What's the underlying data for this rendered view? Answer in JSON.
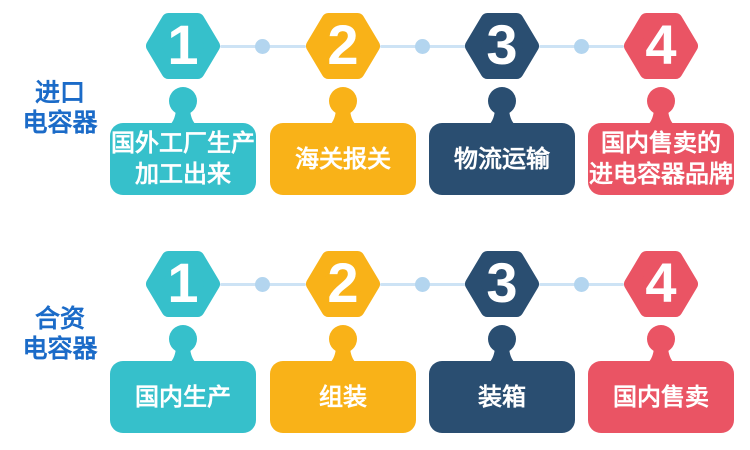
{
  "colors": {
    "background": "#FFFFFF",
    "label_text": "#1B6BC8",
    "connector_line": "#CDE3F5",
    "connector_dot": "#B3D5EF",
    "step_number_text": "#FFFFFF",
    "box_text": "#FFFFFF"
  },
  "rows": [
    {
      "label_lines": [
        "进口",
        "电容器"
      ],
      "steps": [
        {
          "number": "1",
          "color": "#36C0CB",
          "line1": "国外工厂生产",
          "line2": "加工出来"
        },
        {
          "number": "2",
          "color": "#F9B218",
          "line1": "海关报关"
        },
        {
          "number": "3",
          "color": "#2A4E71",
          "line1": "物流运输"
        },
        {
          "number": "4",
          "color": "#EA5464",
          "line1": "国内售卖的",
          "line2": "进电容器品牌"
        }
      ]
    },
    {
      "label_lines": [
        "合资",
        "电容器"
      ],
      "steps": [
        {
          "number": "1",
          "color": "#36C0CB",
          "line1": "国内生产"
        },
        {
          "number": "2",
          "color": "#F9B218",
          "line1": "组装"
        },
        {
          "number": "3",
          "color": "#2A4E71",
          "line1": "装箱"
        },
        {
          "number": "4",
          "color": "#EA5464",
          "line1": "国内售卖"
        }
      ]
    }
  ]
}
